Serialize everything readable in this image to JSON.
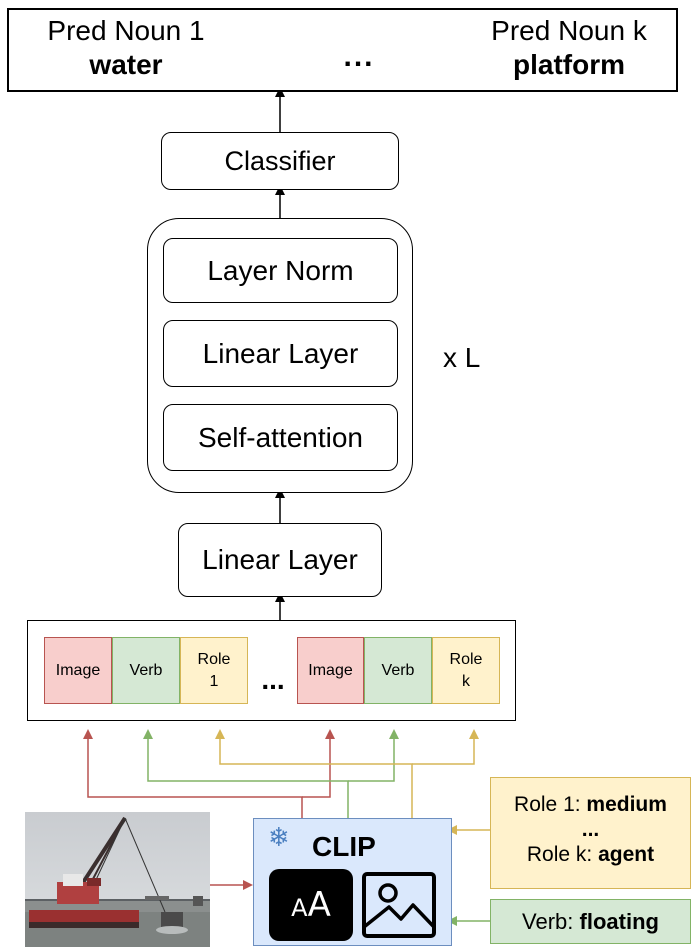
{
  "output": {
    "pred1_label": "Pred Noun 1",
    "pred1_value": "water",
    "ellipsis": "...",
    "predk_label": "Pred Noun k",
    "predk_value": "platform"
  },
  "classifier": "Classifier",
  "transformer": {
    "layer_norm": "Layer Norm",
    "linear_layer": "Linear Layer",
    "self_attention": "Self-attention",
    "repeat": "x L"
  },
  "linear_layer": "Linear Layer",
  "tokens": {
    "group1": {
      "image": "Image",
      "verb": "Verb",
      "role_line1": "Role",
      "role_line2": "1"
    },
    "ellipsis": "...",
    "group2": {
      "image": "Image",
      "verb": "Verb",
      "role_line1": "Role",
      "role_line2": "k"
    }
  },
  "clip": {
    "title": "CLIP",
    "snowflake": "❄",
    "text_icon": "AA"
  },
  "roles": {
    "role1_prefix": "Role 1: ",
    "role1_value": "medium",
    "ellipsis": "...",
    "rolek_prefix": "Role k: ",
    "rolek_value": "agent"
  },
  "verb": {
    "prefix": "Verb: ",
    "value": "floating"
  },
  "colors": {
    "image": "#f8cecc",
    "image_border": "#b85450",
    "verb": "#d5e8d4",
    "verb_border": "#82b366",
    "role": "#fff2cc",
    "role_border": "#d6b656",
    "clip": "#dae8fc",
    "clip_border": "#6c8ebf"
  },
  "icons": [
    "snowflake-icon",
    "text-icon",
    "image-icon",
    "photo-thumbnail"
  ]
}
